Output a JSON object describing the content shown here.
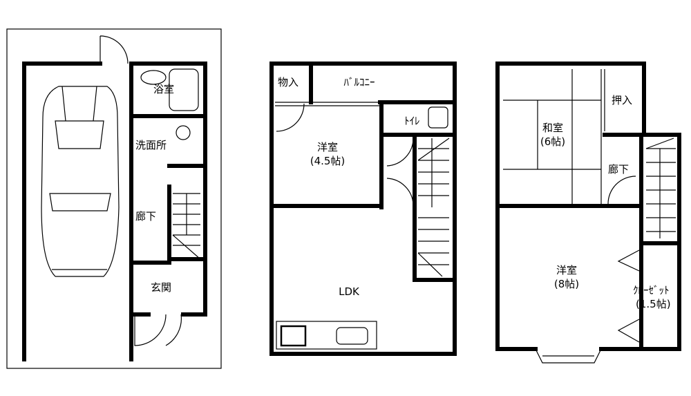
{
  "floor1": {
    "bath": "浴室",
    "washroom": "洗面所",
    "hallway": "廊下",
    "entrance": "玄関"
  },
  "floor2": {
    "storage": "物入",
    "balcony": "ﾊﾞﾙｺﾆｰ",
    "toilet": "ﾄｲﾚ",
    "western_room": "洋室",
    "western_room_size": "(4.5帖)",
    "ldk": "LDK"
  },
  "floor3": {
    "japanese_room": "和室",
    "japanese_room_size": "(6帖)",
    "closet_oshiire": "押入",
    "hallway": "廊下",
    "western_room": "洋室",
    "western_room_size": "(8帖)",
    "closet": "ｸﾛｰｾﾞｯﾄ",
    "closet_size": "(1.5帖)"
  }
}
